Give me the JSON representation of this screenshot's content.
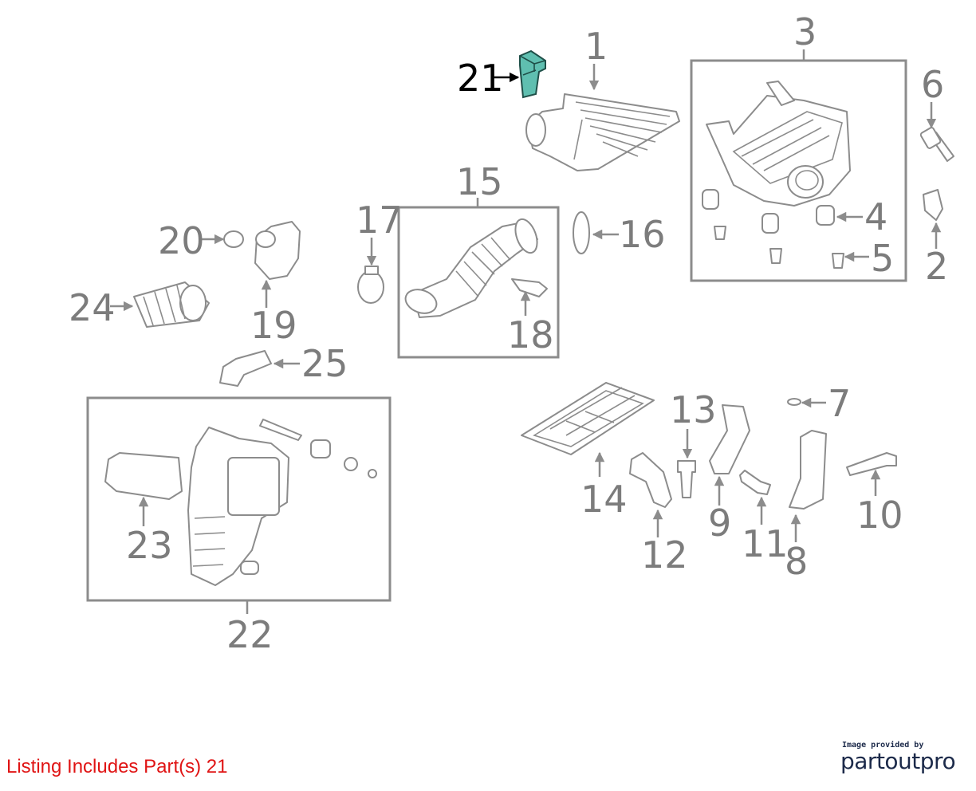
{
  "diagram": {
    "highlight_color": "#5fbfb0",
    "callouts": [
      "1",
      "2",
      "3",
      "4",
      "5",
      "6",
      "7",
      "8",
      "9",
      "10",
      "11",
      "12",
      "13",
      "14",
      "15",
      "16",
      "17",
      "18",
      "19",
      "20",
      "21",
      "22",
      "23",
      "24",
      "25"
    ],
    "highlighted_callout": "21"
  },
  "caption": {
    "text": "Listing Includes Part(s) 21",
    "color": "#e01414"
  },
  "credit": {
    "provided_by": "Image provided by",
    "brand_part1": "part",
    "brand_part2": "out",
    "brand_part3": "pro",
    "brand_color": "#1c2a4a"
  }
}
